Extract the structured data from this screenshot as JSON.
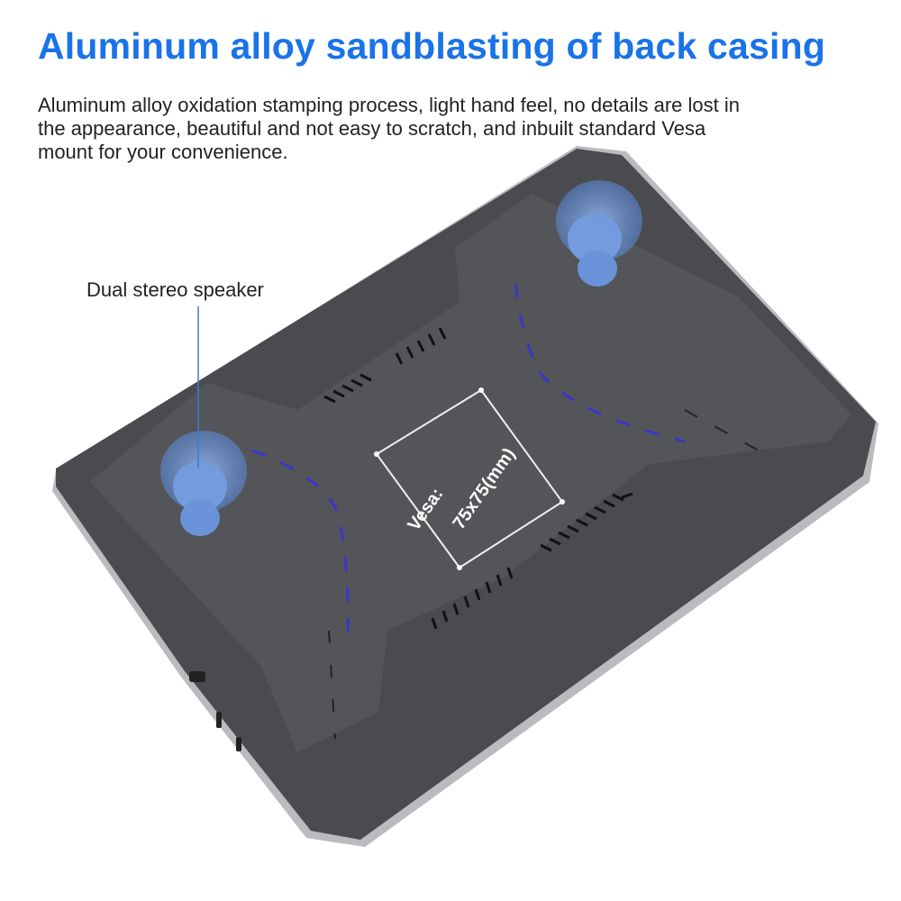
{
  "header": {
    "title": "Aluminum alloy sandblasting of back casing"
  },
  "description": {
    "lines": [
      "Aluminum alloy oxidation stamping process, light hand feel, no details are lost in",
      "the appearance, beautiful and not easy to scratch,  and inbuilt standard Vesa",
      "mount for your convenience."
    ]
  },
  "callouts": {
    "speaker": "Dual stereo speaker"
  },
  "vesa": {
    "label": "Vesa:",
    "size": "75x75(mm)"
  },
  "colors": {
    "accent": "#1a73e8",
    "casing": "#4a4b4e",
    "dash": "#3a36c8"
  }
}
